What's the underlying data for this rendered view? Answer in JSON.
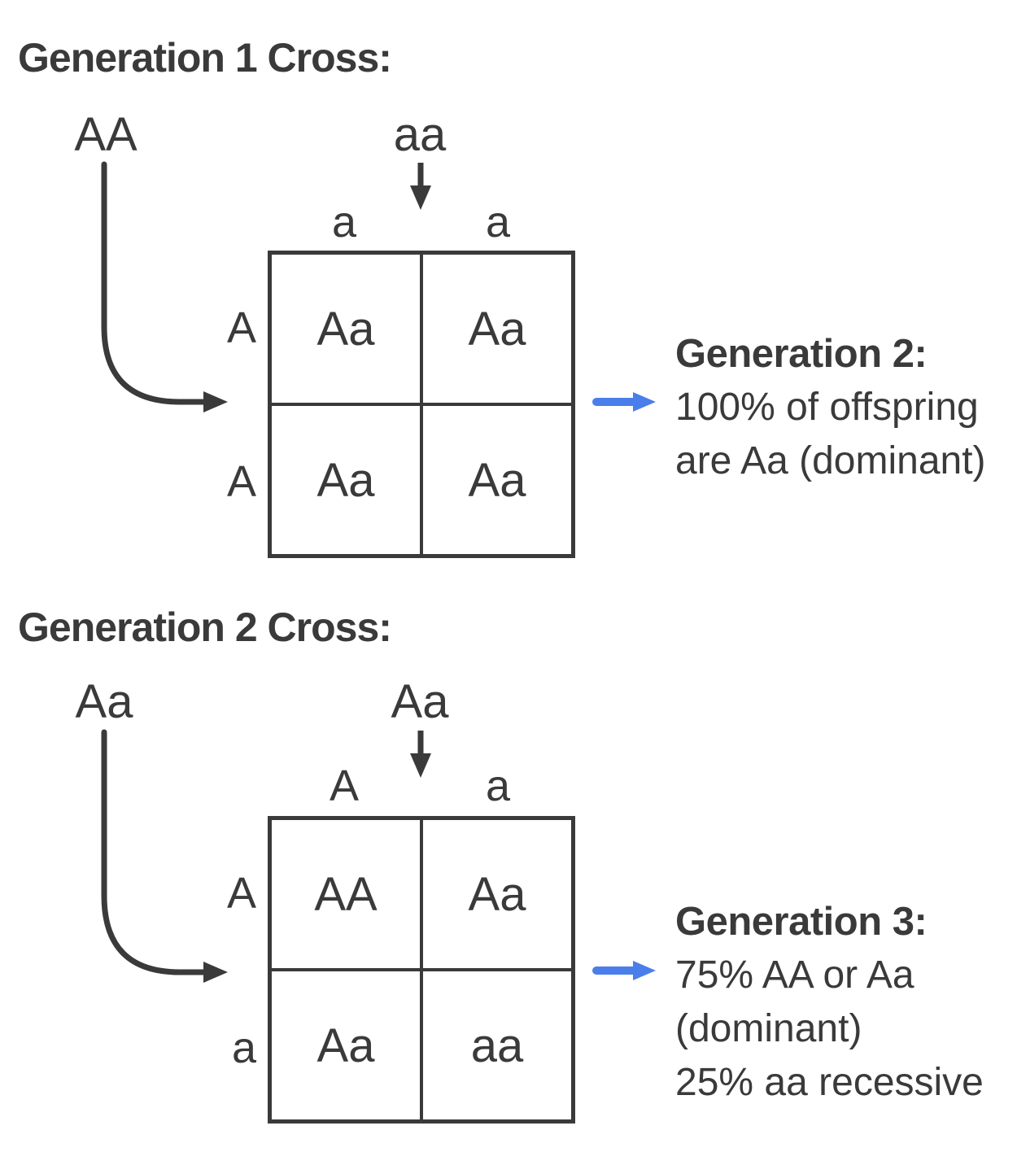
{
  "colors": {
    "ink": "#3a3a3a",
    "accent_blue": "#4a7eea",
    "background": "#ffffff"
  },
  "section1": {
    "heading": "Generation 1 Cross:",
    "parent_left": "AA",
    "parent_top": "aa",
    "punnett": {
      "col_headers": [
        "a",
        "a"
      ],
      "row_headers": [
        "A",
        "A"
      ],
      "cells": [
        [
          "Aa",
          "Aa"
        ],
        [
          "Aa",
          "Aa"
        ]
      ]
    },
    "result": {
      "title": "Generation 2:",
      "lines": [
        "100% of offspring",
        "are Aa (dominant)"
      ]
    }
  },
  "section2": {
    "heading": "Generation 2 Cross:",
    "parent_left": "Aa",
    "parent_top": "Aa",
    "punnett": {
      "col_headers": [
        "A",
        "a"
      ],
      "row_headers": [
        "A",
        "a"
      ],
      "cells": [
        [
          "AA",
          "Aa"
        ],
        [
          "Aa",
          "aa"
        ]
      ]
    },
    "result": {
      "title": "Generation 3:",
      "lines": [
        "75% AA or Aa",
        "(dominant)",
        "25% aa recessive"
      ]
    }
  }
}
